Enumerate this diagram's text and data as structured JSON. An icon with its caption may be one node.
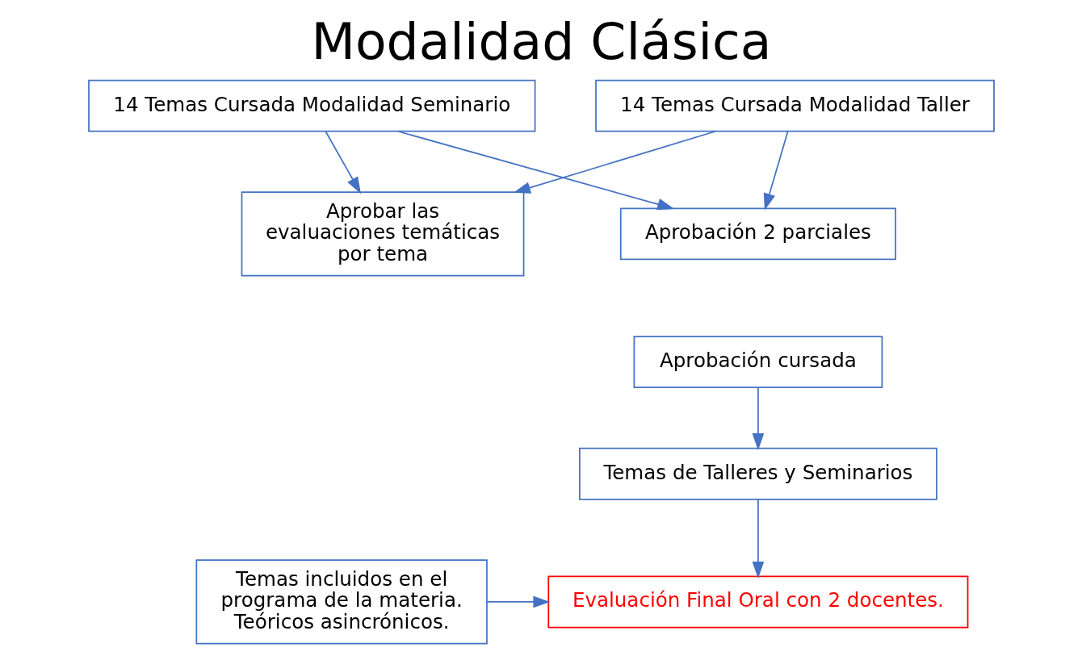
{
  "diagram": {
    "title": "Modalidad Clásica",
    "nodes": [
      {
        "text": [
          "Aprobar las evaluaciones temáticas por tema"
        ]
      },
      {
        "text": [
          "14 Temas Cursada Modalidad Seminario"
        ]
      },
      {
        "text": [
          "14 Temas Cursada Modalidad Taller"
        ]
      },
      {
        "text": [
          "Aprobación 2 parciales"
        ]
      },
      {
        "text": [
          "Aprobación cursada"
        ]
      },
      {
        "text": [
          "Temas de Talleres y Seminarios"
        ]
      },
      {
        "text": [
          "Evaluación Final Oral con 2 docentes."
        ]
      },
      {
        "text": [
          "Temas incluidos en el programa de la materia. Teóricos asincrónicos."
        ]
      }
    ],
    "edges": [
      {
        "from": 2,
        "to": 0,
        "arrow": "to"
      },
      {
        "from": 2,
        "to": 3,
        "arrow": "to"
      },
      {
        "from": 1,
        "to": 0,
        "arrow": "to"
      },
      {
        "from": 1,
        "to": 3,
        "arrow": "to"
      },
      {
        "from": 4,
        "to": 5,
        "arrow": "to"
      },
      {
        "from": 5,
        "to": 6,
        "arrow": "to"
      },
      {
        "from": 7,
        "to": 6,
        "arrow": "to"
      }
    ]
  }
}
